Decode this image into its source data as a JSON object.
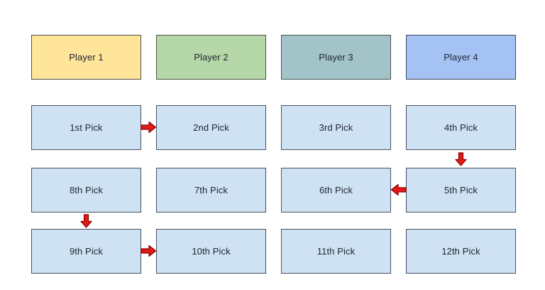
{
  "diagram": {
    "type": "snake-draft-order",
    "players": [
      {
        "label": "Player 1",
        "color": "#ffe599"
      },
      {
        "label": "Player 2",
        "color": "#b6d7a8"
      },
      {
        "label": "Player 3",
        "color": "#a2c4c9"
      },
      {
        "label": "Player 4",
        "color": "#a4c2f4"
      }
    ],
    "picks": {
      "row1": [
        "1st Pick",
        "2nd Pick",
        "3rd Pick",
        "4th Pick"
      ],
      "row2": [
        "8th Pick",
        "7th Pick",
        "6th Pick",
        "5th Pick"
      ],
      "row3": [
        "9th Pick",
        "10th Pick",
        "11th Pick",
        "12th Pick"
      ]
    },
    "arrows": [
      {
        "from": "1st Pick",
        "to": "2nd Pick",
        "direction": "right"
      },
      {
        "from": "4th Pick",
        "to": "5th Pick",
        "direction": "down"
      },
      {
        "from": "5th Pick",
        "to": "6th Pick",
        "direction": "left"
      },
      {
        "from": "8th Pick",
        "to": "9th Pick",
        "direction": "down"
      },
      {
        "from": "9th Pick",
        "to": "10th Pick",
        "direction": "right"
      }
    ],
    "colors": {
      "pick_fill": "#cfe2f3",
      "pick_border": "#46515f",
      "arrow_fill": "#e21a17",
      "arrow_border": "#8e0000",
      "background": "#ffffff"
    }
  }
}
